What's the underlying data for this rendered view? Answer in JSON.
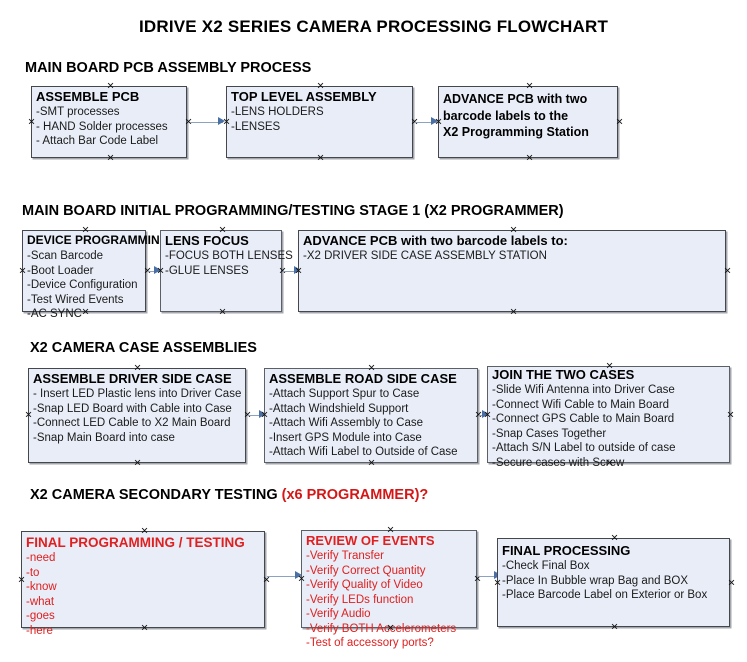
{
  "document": {
    "title": "IDRIVE X2  SERIES CAMERA PROCESSING FLOWCHART"
  },
  "colors": {
    "node_fill": "#e8edf7",
    "node_border": "#44484d",
    "connector": "#8ca3bf",
    "arrow": "#4a6fa5",
    "red_text": "#e02020",
    "title_red": "#d31717",
    "text": "#000000"
  },
  "sections": [
    {
      "heading": "MAIN BOARD PCB ASSEMBLY PROCESS",
      "heading_red_suffix": "",
      "nodes": [
        {
          "header": "ASSEMBLE PCB",
          "lines": [
            " -SMT processes",
            "- HAND Solder processes",
            "- Attach Bar Code Label"
          ]
        },
        {
          "header": "TOP LEVEL ASSEMBLY",
          "lines": [
            "-LENS HOLDERS",
            "-LENSES"
          ]
        },
        {
          "header_lines": [
            "ADVANCE PCB with two",
            "barcode labels to the",
            " X2 Programming Station"
          ],
          "lines": []
        }
      ]
    },
    {
      "heading": "MAIN BOARD INITIAL PROGRAMMING/TESTING STAGE 1 (X2 PROGRAMMER)",
      "heading_red_suffix": "",
      "nodes": [
        {
          "header": "DEVICE PROGRAMMING",
          "lines": [
            "-Scan Barcode",
            "-Boot Loader",
            "-Device Configuration",
            "-Test Wired Events",
            "-AC SYNC"
          ]
        },
        {
          "header": "LENS FOCUS",
          "lines": [
            "-FOCUS BOTH LENSES",
            "-GLUE LENSES"
          ]
        },
        {
          "header": "ADVANCE PCB with two barcode labels to:",
          "lines": [
            "-X2 DRIVER  SIDE  CASE  ASSEMBLY STATION"
          ]
        }
      ]
    },
    {
      "heading": "X2 CAMERA CASE ASSEMBLIES",
      "heading_red_suffix": "",
      "nodes": [
        {
          "header": "ASSEMBLE DRIVER SIDE CASE",
          "lines": [
            "- Insert LED Plastic lens into Driver Case",
            "-Snap LED Board with Cable into Case",
            "-Connect LED Cable to X2 Main Board",
            "-Snap Main Board into case"
          ]
        },
        {
          "header": "ASSEMBLE ROAD SIDE CASE",
          "lines": [
            "-Attach Support Spur to Case",
            "-Attach Windshield Support",
            "-Attach Wifi Assembly to Case",
            "-Insert GPS Module into Case",
            "-Attach Wifi Label to Outside of Case"
          ]
        },
        {
          "header": "JOIN THE TWO CASES",
          "lines": [
            "-Slide Wifi Antenna into Driver Case",
            "-Connect Wifi Cable to Main Board",
            "-Connect GPS Cable to Main Board",
            "-Snap Cases Together",
            "-Attach S/N Label to outside of case",
            "-Secure cases with Screw"
          ]
        }
      ]
    },
    {
      "heading": "X2 CAMERA SECONDARY TESTING ",
      "heading_red_suffix": "(x6 PROGRAMMER)?",
      "nodes": [
        {
          "header": "FINAL PROGRAMMING / TESTING",
          "lines": [
            "-need",
            "-to",
            "-know",
            "-what",
            "-goes",
            "-here"
          ]
        },
        {
          "header": "REVIEW OF EVENTS",
          "lines": [
            "-Verify Transfer",
            "-Verify Correct Quantity",
            "-Verify Quality of Video",
            "-Verify LEDs function",
            "-Verify Audio",
            "-Verify BOTH Accelerometers",
            "-Test of accessory ports?"
          ]
        },
        {
          "header": "FINAL PROCESSING",
          "lines": [
            " -Check Final Box",
            "-Place In Bubble wrap Bag and BOX",
            "-Place Barcode Label on Exterior or Box"
          ]
        }
      ]
    }
  ]
}
